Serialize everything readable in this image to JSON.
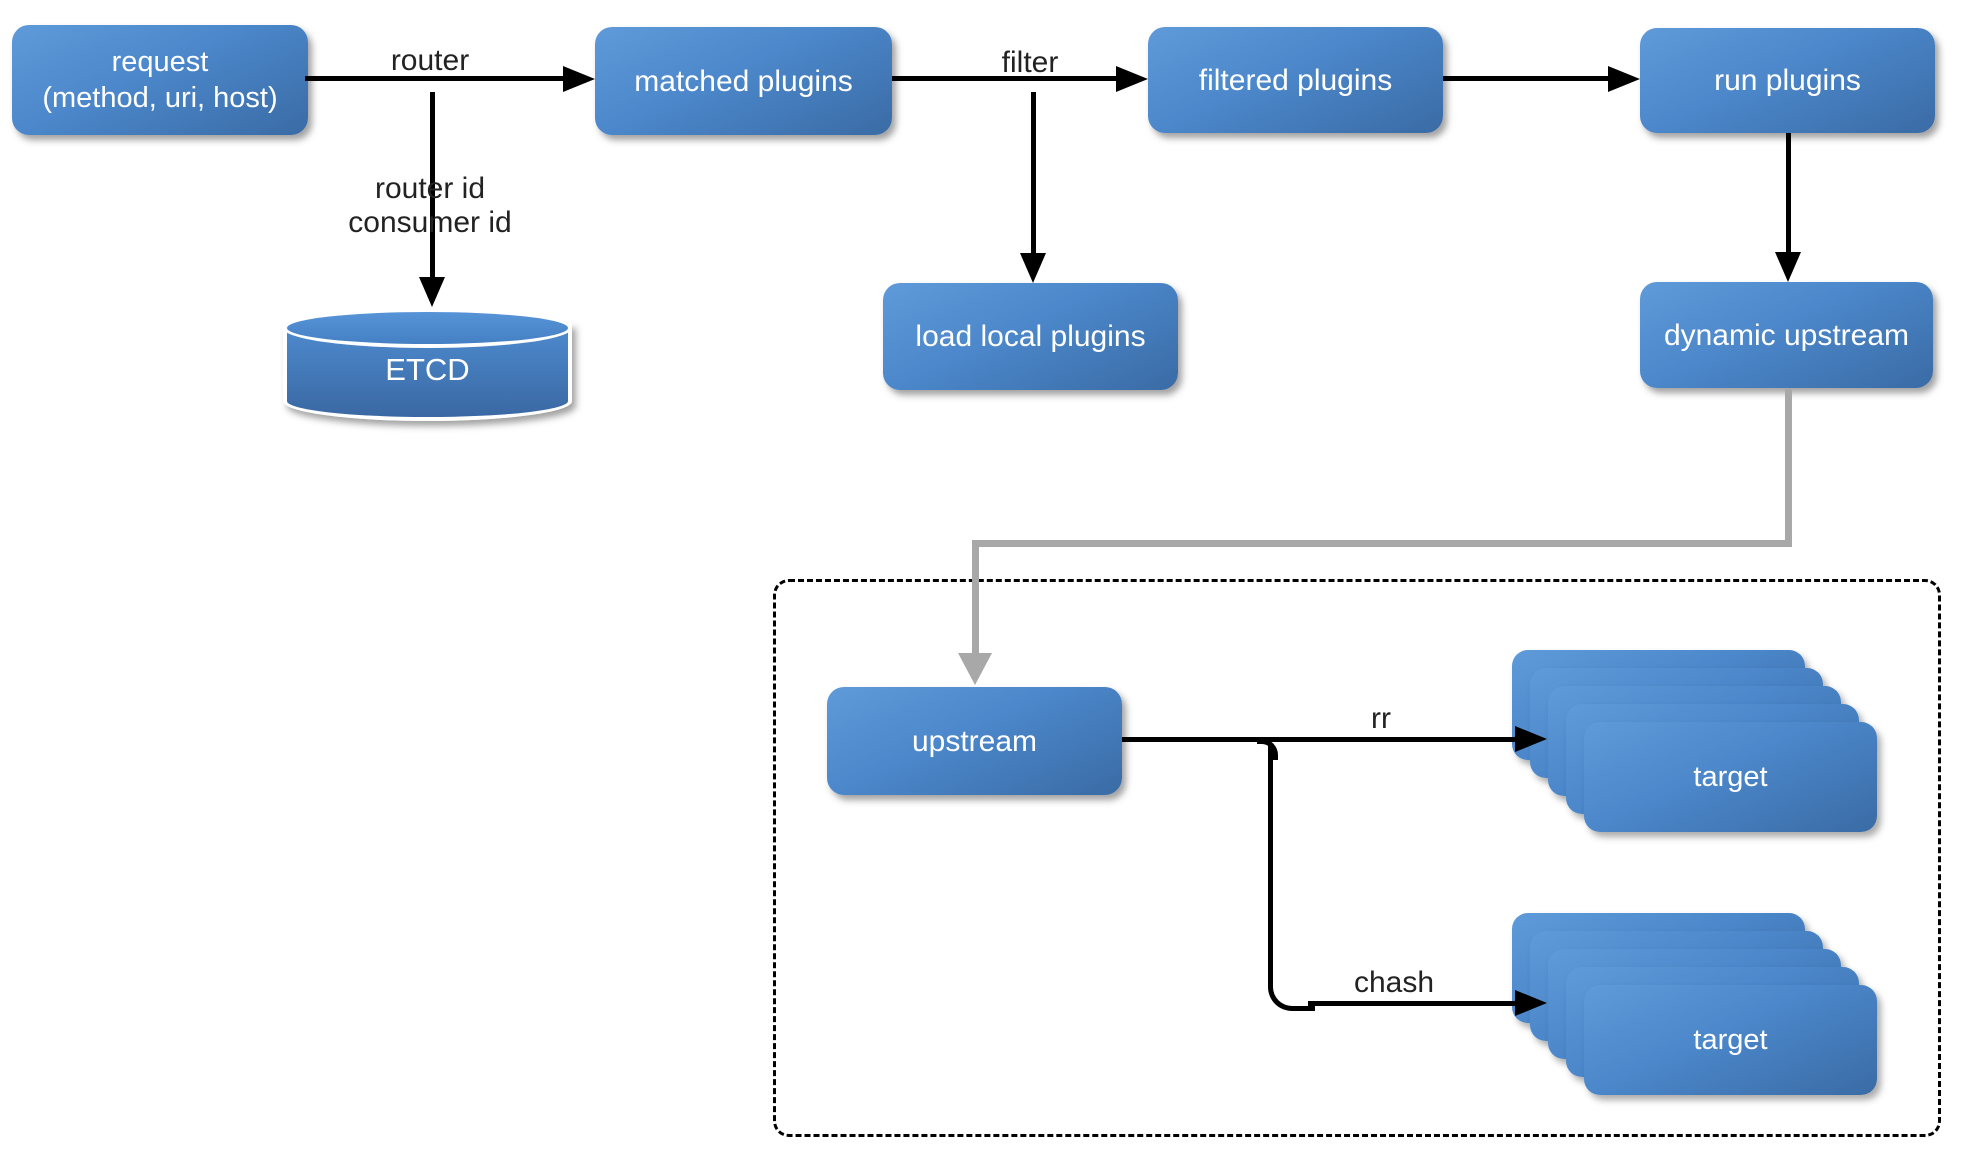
{
  "nodes": {
    "request": {
      "line1": "request",
      "line2": "(method, uri, host)"
    },
    "matched_plugins": {
      "label": "matched plugins"
    },
    "filtered_plugins": {
      "label": "filtered plugins"
    },
    "run_plugins": {
      "label": "run plugins"
    },
    "etcd": {
      "label": "ETCD"
    },
    "load_local_plugins": {
      "label": "load local plugins"
    },
    "dynamic_upstream": {
      "label": "dynamic upstream"
    },
    "upstream": {
      "label": "upstream"
    },
    "target_rr": {
      "label": "target"
    },
    "target_chash": {
      "label": "target"
    }
  },
  "edges": {
    "router": {
      "label": "router"
    },
    "filter": {
      "label": "filter"
    },
    "router_consumer": {
      "line1": "router id",
      "line2": "consumer id"
    },
    "rr": {
      "label": "rr"
    },
    "chash": {
      "label": "chash"
    }
  },
  "colors": {
    "node_gradient_top": "#5f9ad9",
    "node_gradient_bottom": "#3a6ba5",
    "connector_black": "#000000",
    "connector_gray": "#a8a8a8",
    "edge_label_text": "#222222",
    "node_text": "#ffffff"
  }
}
